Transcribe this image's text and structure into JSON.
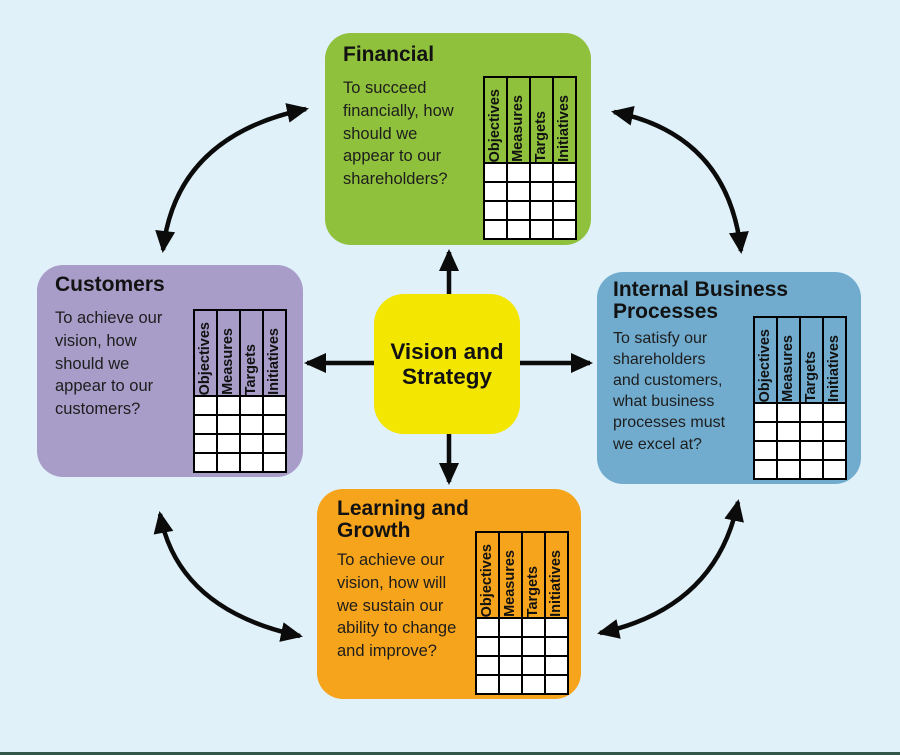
{
  "center_box": {
    "label": "Vision and\nStrategy",
    "color": "#F3E600"
  },
  "boxes": {
    "financial": {
      "title": "Financial",
      "body": "To succeed\nfinancially, how\nshould we\nappear to our\nshareholders?",
      "color": "#90C13C"
    },
    "customers": {
      "title": "Customers",
      "body": "To achieve our\nvision, how\nshould we\nappear to our\ncustomers?",
      "color": "#A79DC8"
    },
    "internal": {
      "title": "Internal Business\nProcesses",
      "body": "To satisfy our\nshareholders\nand customers,\nwhat business\nprocesses must\nwe excel at?",
      "color": "#71ACCE"
    },
    "learning": {
      "title": "Learning and\nGrowth",
      "body": "To achieve our\nvision, how will\nwe sustain our\nability to change\nand improve?",
      "color": "#F6A41C"
    }
  },
  "table": {
    "headers": [
      "Objectives",
      "Measures",
      "Targets",
      "Initiatives"
    ],
    "empty_rows": 4,
    "cell_color": "#FFFFFF",
    "border_color": "#000000"
  },
  "colors": {
    "background": "#E0F1FA",
    "arrow": "#0B0B0B",
    "bottom_border": "#335749",
    "text": "#1A1A1A"
  }
}
